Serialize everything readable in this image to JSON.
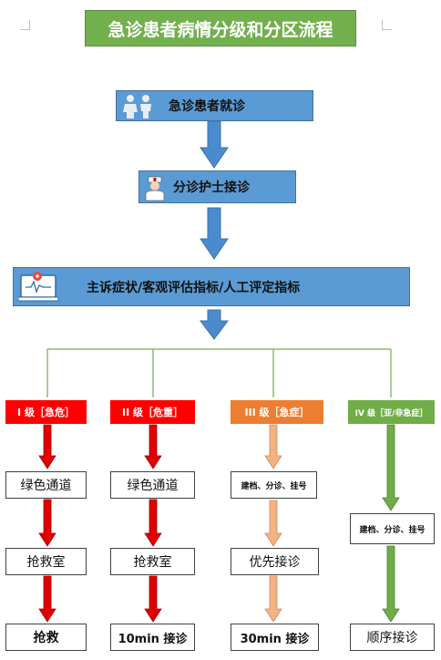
{
  "title": "急诊患者病情分级和分区流程",
  "flow": {
    "step1": "急诊患者就诊",
    "step2": "分诊护士接诊",
    "step3": "主诉症状/客观评估指标/人工评定指标"
  },
  "levels": [
    {
      "label": "I 级［急危］",
      "color": "#ff0000",
      "steps": [
        "绿色通道",
        "抢救室",
        "抢救"
      ]
    },
    {
      "label": "II 级［危重］",
      "color": "#ff0000",
      "steps": [
        "绿色通道",
        "抢救室",
        "10min 接诊"
      ]
    },
    {
      "label": "III 级［急症］",
      "color": "#ed7d31",
      "steps": [
        "建档、分诊、挂号",
        "优先接诊",
        "30min 接诊"
      ]
    },
    {
      "label": "IV 级［亚/非急症］",
      "color": "#70ad47",
      "steps": [
        "建档、分诊、挂号",
        "顺序接诊"
      ]
    }
  ],
  "colors": {
    "title_bg": "#72b04e",
    "flow_box": "#5b9bd5",
    "flow_arrow": "#4a8bcf",
    "red_arrow": "#e00000",
    "salmon_arrow": "#f4b183",
    "green_arrow": "#70ad47",
    "branch_line": "#70ad47"
  },
  "icons": [
    "people-icon",
    "nurse-icon",
    "monitor-icon"
  ]
}
